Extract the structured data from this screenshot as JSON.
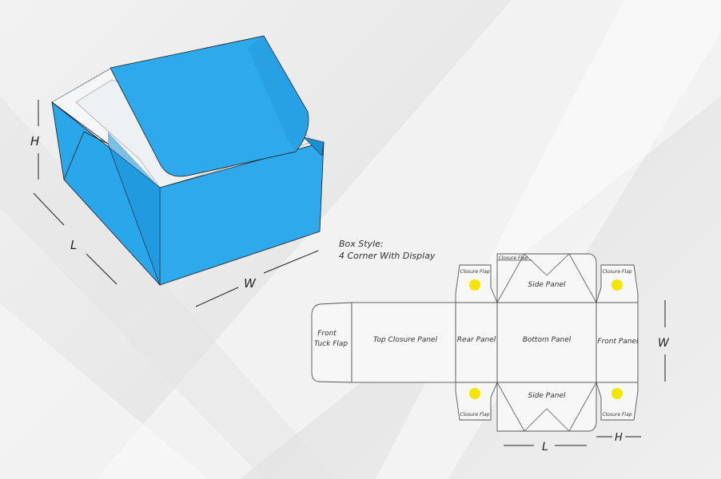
{
  "box_style": {
    "heading": "Box Style:",
    "name": "4 Corner With Display"
  },
  "dimensions": {
    "height": "H",
    "length": "L",
    "width": "W"
  },
  "dieline": {
    "front_tuck_flap": [
      "Front",
      "Tuck Flap"
    ],
    "top_closure_panel": "Top Closure Panel",
    "rear_panel": "Rear Panel",
    "bottom_panel": "Bottom Panel",
    "front_panel": "Front Panel",
    "side_panel_top": "Side Panel",
    "side_panel_bottom": "Side Panel",
    "closure_flap": "Closure Flap"
  },
  "colors": {
    "box_blue": "#2aa6ea",
    "box_blue_dark": "#1b8fd6",
    "box_inner": "#f4f6f8",
    "dieline_stroke": "#555555",
    "dot": "#f3e600"
  }
}
